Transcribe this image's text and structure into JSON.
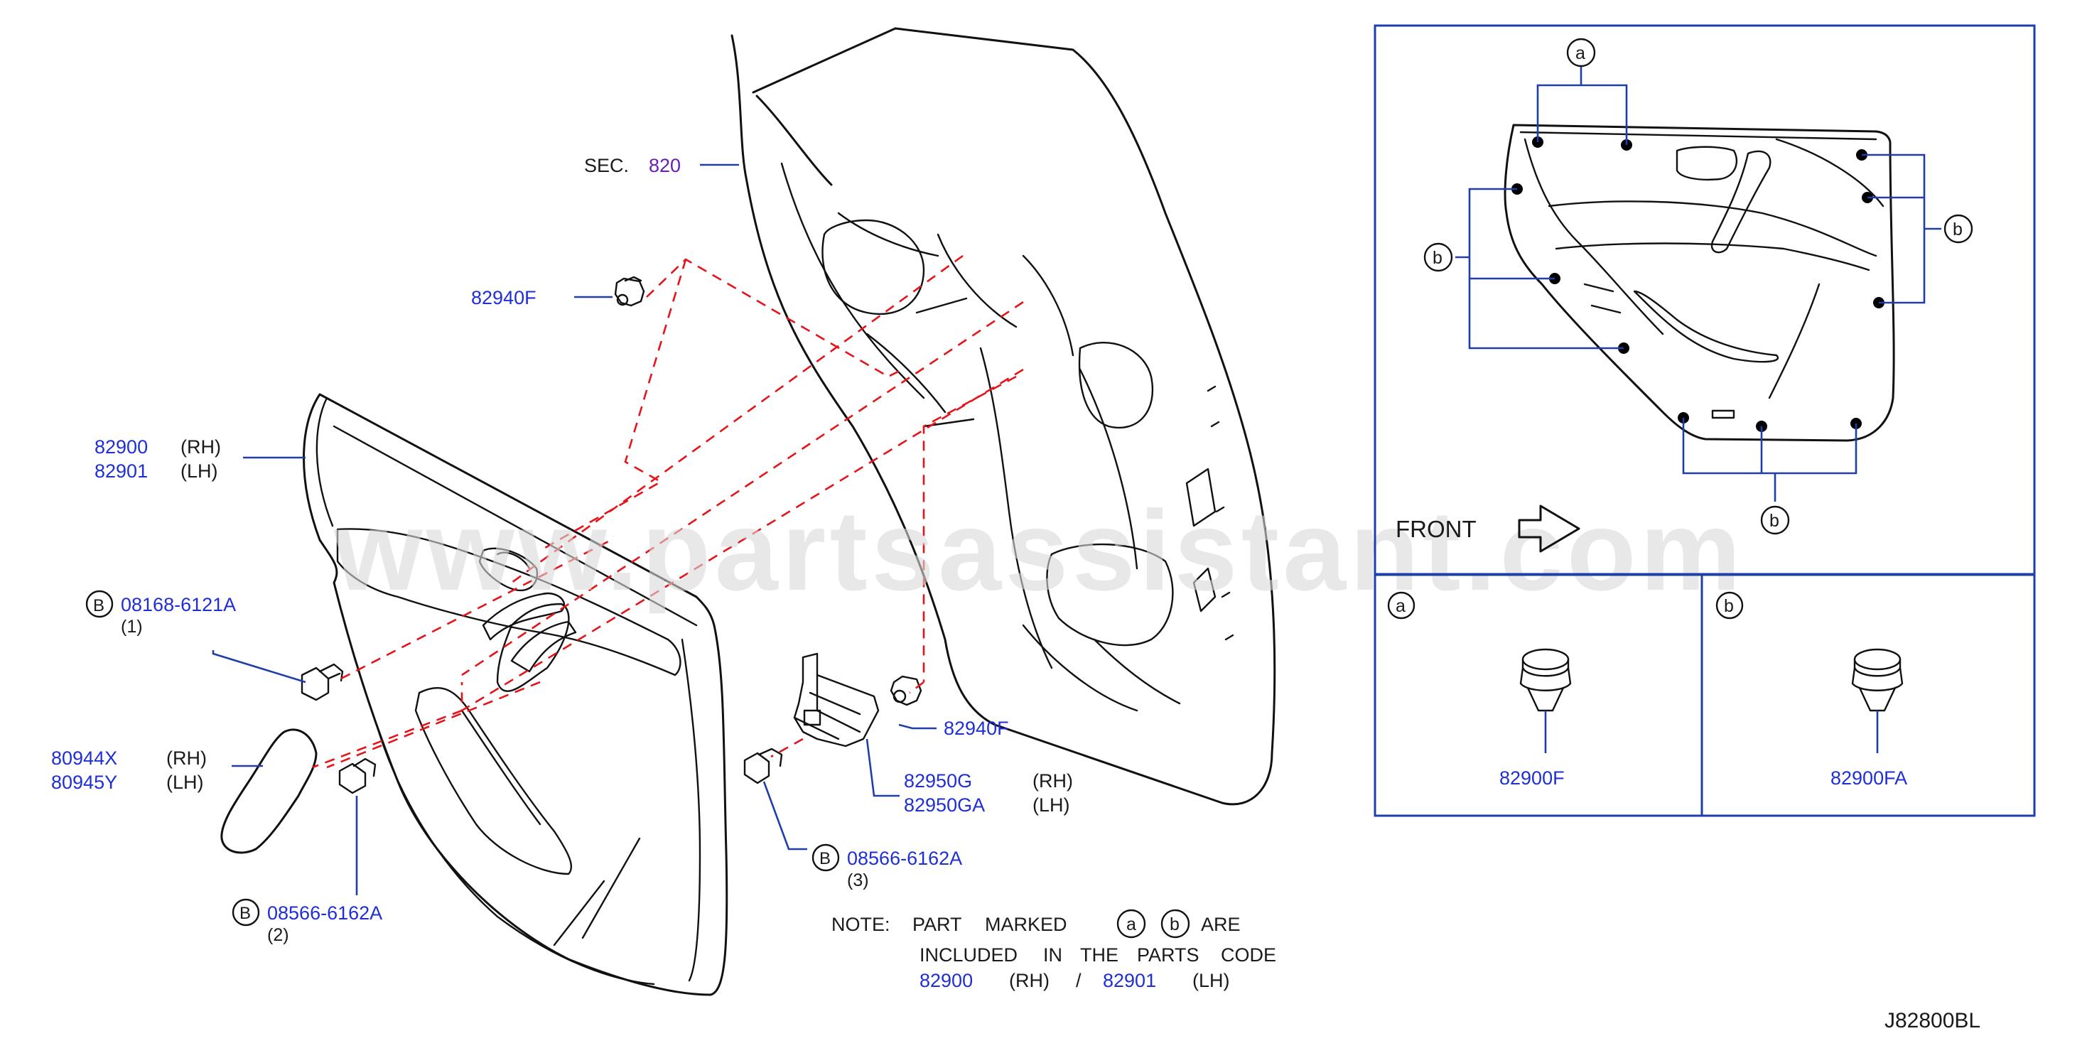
{
  "diagram_code": "J82800BL",
  "watermark": "www.partsassistant.com",
  "section_ref": {
    "prefix": "SEC.",
    "number": "820"
  },
  "callouts": {
    "clip_top": "82940F",
    "trim_rh": {
      "part": "82900",
      "side": "(RH)"
    },
    "trim_lh": {
      "part": "82901",
      "side": "(LH)"
    },
    "bolt1": {
      "marker": "B",
      "part": "08168-6121A",
      "qty": "(1)"
    },
    "finisher_rh": {
      "part": "80944X",
      "side": "(RH)"
    },
    "finisher_lh": {
      "part": "80945Y",
      "side": "(LH)"
    },
    "bolt2": {
      "marker": "B",
      "part": "08566-6162A",
      "qty": "(2)"
    },
    "clip_mid": "82940F",
    "bracket_rh": {
      "part": "82950G",
      "side": "(RH)"
    },
    "bracket_lh": {
      "part": "82950GA",
      "side": "(LH)"
    },
    "bolt3": {
      "marker": "B",
      "part": "08566-6162A",
      "qty": "(3)"
    }
  },
  "note": {
    "prefix": "NOTE:",
    "line1_words": [
      "PART",
      "MARKED"
    ],
    "marker_a": "a",
    "marker_b": "b",
    "line1_end": "ARE",
    "line2_words": [
      "INCLUDED",
      "IN",
      "THE",
      "PARTS",
      "CODE"
    ],
    "part_rh": "82900",
    "side_rh": "(RH)",
    "slash": "/",
    "part_lh": "82901",
    "side_lh": "(LH)"
  },
  "inset": {
    "front_label": "FRONT",
    "marker_a": "a",
    "marker_b": "b",
    "box_a": {
      "label": "a",
      "part": "82900F"
    },
    "box_b": {
      "label": "b",
      "part": "82900FA"
    }
  }
}
